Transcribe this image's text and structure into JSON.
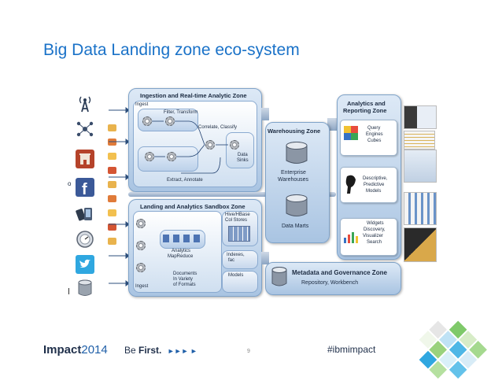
{
  "slide": {
    "title": "Big Data Landing zone eco-system",
    "page_number": "9",
    "small_o": "o"
  },
  "ingestion_zone": {
    "title": "Ingestion and Real-time Analytic Zone",
    "ingest": "Ingest",
    "filter": "Filter, Transform",
    "correlate": "Correlate, Classify",
    "extract": "Extract, Annotate",
    "data_sinks_1": "Data",
    "data_sinks_2": "Sinks"
  },
  "sandbox_zone": {
    "title": "Landing and Analytics Sandbox Zone",
    "analytics_1": "Analytics",
    "analytics_2": "MapReduce",
    "documents_1": "Documents",
    "documents_2": "In Variety",
    "documents_3": "of Formats",
    "hive_1": "Hive/HBase",
    "hive_2": "Col Stores",
    "indexes_1": "Indexes,",
    "indexes_2": "fac",
    "models": "Models",
    "ingest": "Ingest"
  },
  "warehousing_zone": {
    "title": "Warehousing Zone",
    "enterprise_1": "Enterprise",
    "enterprise_2": "Warehouses",
    "data_marts": "Data Marts"
  },
  "analytics_zone": {
    "title_1": "Analytics and",
    "title_2": "Reporting Zone",
    "query_1": "Query",
    "query_2": "Engines",
    "query_3": "Cubes",
    "descriptive_1": "Descriptive,",
    "descriptive_2": "Predictive",
    "descriptive_3": "Models",
    "widgets_1": "Widgets",
    "widgets_2": "Discovery,",
    "widgets_3": "Visualizer",
    "widgets_4": "Search"
  },
  "metadata_zone": {
    "title": "Metadata and Governance Zone",
    "subtitle": "Repository, Workbench"
  },
  "footer": {
    "impact": "Impact",
    "year": "2014",
    "be": "Be ",
    "first": "First.",
    "arrows": "►►► ►",
    "hashtag": "#ibmimpact"
  },
  "colors": {
    "title_blue": "#1a72c8",
    "zone_blue": "#a9c4e2",
    "impact_blue": "#1f5fa8",
    "facebook": "#3b5998",
    "twitter": "#1da1f2"
  },
  "icons": [
    "radio-tower-icon",
    "network-icon",
    "building-icon",
    "facebook-icon",
    "mobile-devices-icon",
    "meter-icon",
    "twitter-icon",
    "database-icon"
  ]
}
